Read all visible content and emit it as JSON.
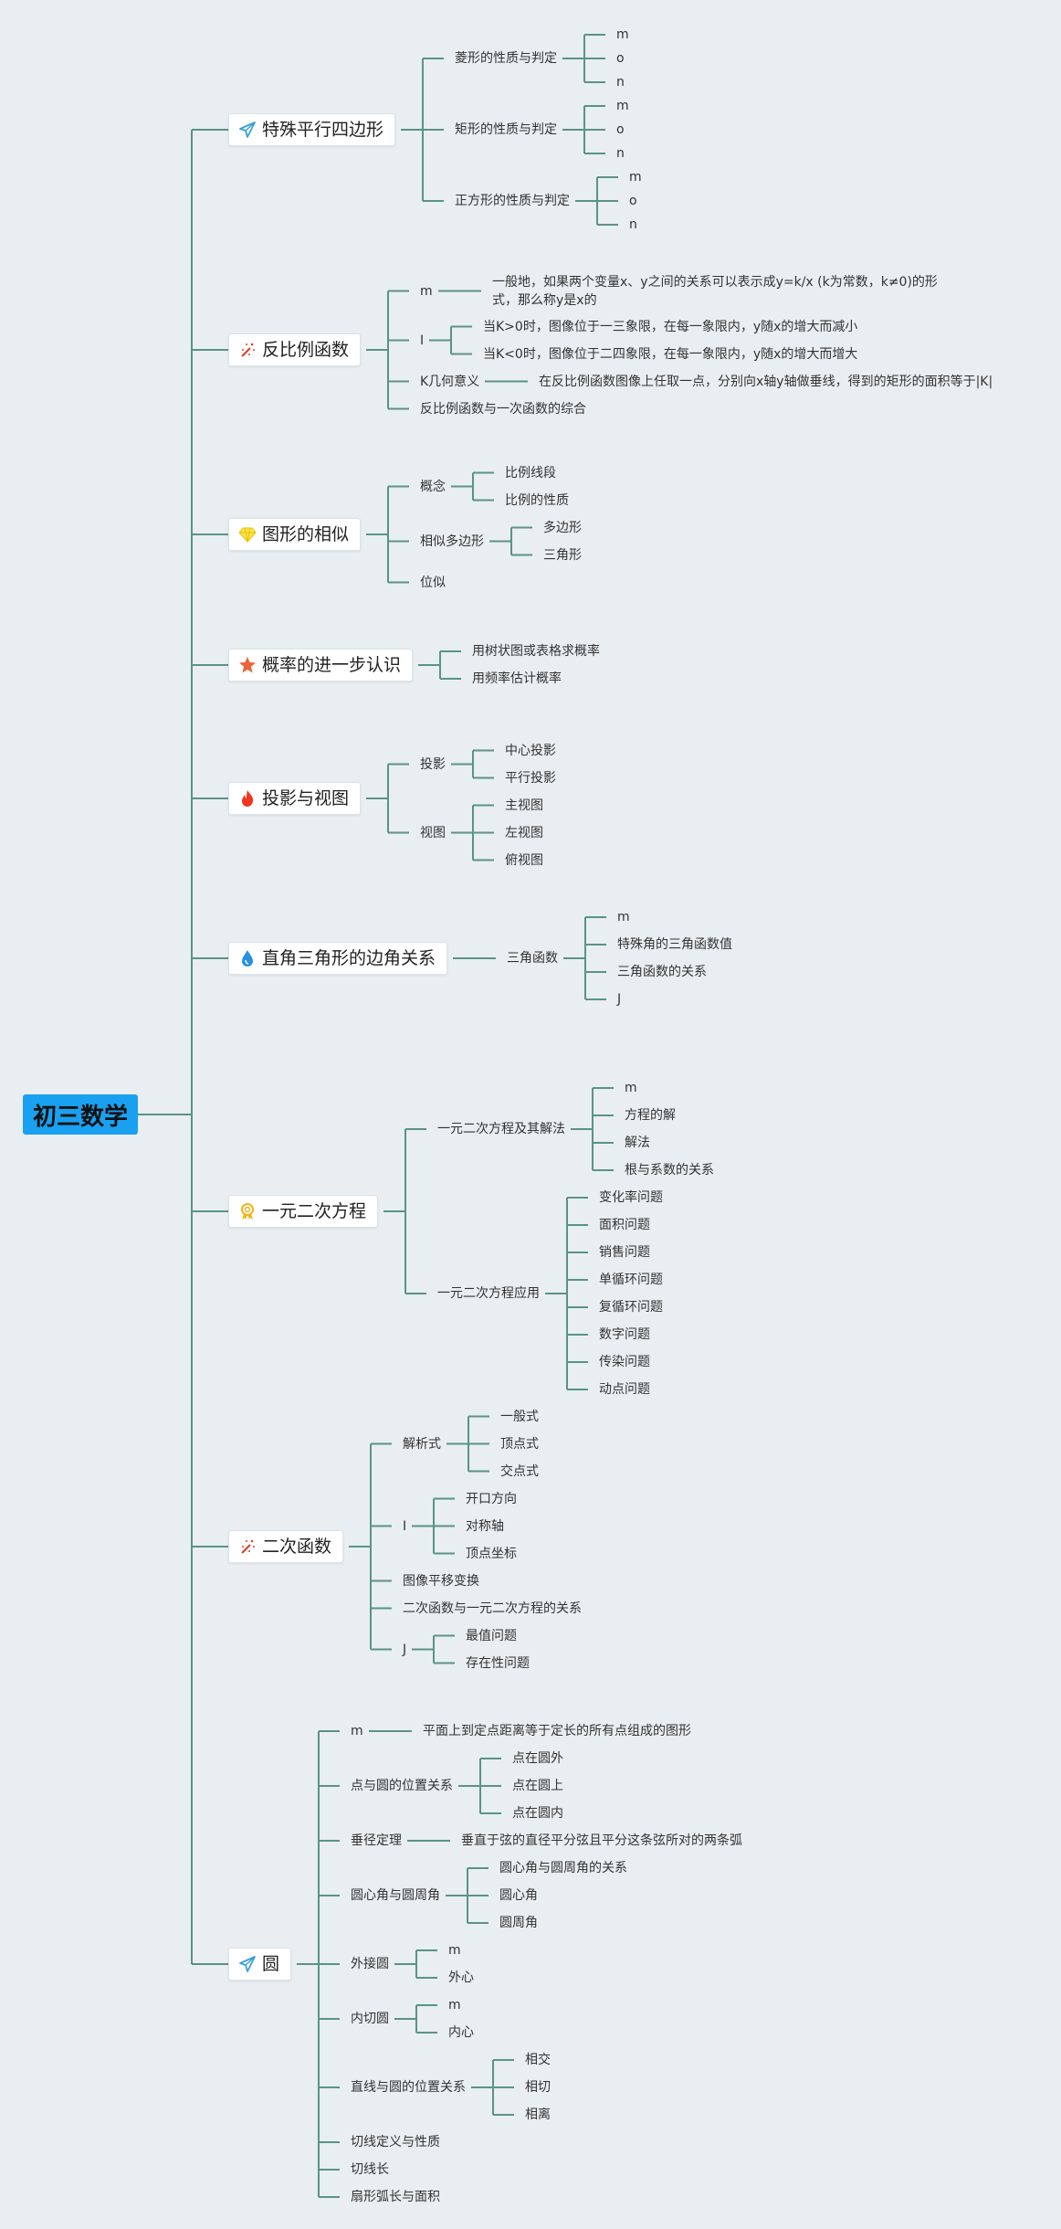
{
  "root": {
    "label": "初三数学"
  },
  "colors": {
    "line": "#5a9388",
    "root_bg": "#1aa0f0",
    "background": "#e8eef2"
  },
  "topics": [
    {
      "label": "特殊平行四边形",
      "icon": "paper-plane-icon",
      "children": [
        {
          "label": "菱形的性质与判定",
          "children": [
            {
              "label": "m"
            },
            {
              "label": "o"
            },
            {
              "label": "n"
            }
          ]
        },
        {
          "label": "矩形的性质与判定",
          "children": [
            {
              "label": "m"
            },
            {
              "label": "o"
            },
            {
              "label": "n"
            }
          ]
        },
        {
          "label": "正方形的性质与判定",
          "children": [
            {
              "label": "m"
            },
            {
              "label": "o"
            },
            {
              "label": "n"
            }
          ]
        }
      ]
    },
    {
      "label": "反比例函数",
      "icon": "magic-wand-icon",
      "children": [
        {
          "label": "m",
          "children": [
            {
              "label": "一般地，如果两个变量x、y之间的关系可以表示成y=k/x (k为常数，k≠0)的形式，那么称y是x的"
            }
          ]
        },
        {
          "label": "I",
          "children": [
            {
              "label": "当K>0时，图像位于一三象限，在每一象限内，y随x的增大而减小"
            },
            {
              "label": "当K<0时，图像位于二四象限，在每一象限内，y随x的增大而增大"
            }
          ]
        },
        {
          "label": "K几何意义",
          "children": [
            {
              "label": "在反比例函数图像上任取一点，分别向x轴y轴做垂线，得到的矩形的面积等于|K|"
            }
          ]
        },
        {
          "label": "反比例函数与一次函数的综合"
        }
      ]
    },
    {
      "label": "图形的相似",
      "icon": "diamond-icon",
      "children": [
        {
          "label": "概念",
          "children": [
            {
              "label": "比例线段"
            },
            {
              "label": "比例的性质"
            }
          ]
        },
        {
          "label": "相似多边形",
          "children": [
            {
              "label": "多边形"
            },
            {
              "label": "三角形"
            }
          ]
        },
        {
          "label": "位似"
        }
      ]
    },
    {
      "label": "概率的进一步认识",
      "icon": "star-icon",
      "children": [
        {
          "label": "用树状图或表格求概率"
        },
        {
          "label": "用频率估计概率"
        }
      ]
    },
    {
      "label": "投影与视图",
      "icon": "fire-icon",
      "children": [
        {
          "label": "投影",
          "children": [
            {
              "label": "中心投影"
            },
            {
              "label": "平行投影"
            }
          ]
        },
        {
          "label": "视图",
          "children": [
            {
              "label": "主视图"
            },
            {
              "label": "左视图"
            },
            {
              "label": "俯视图"
            }
          ]
        }
      ]
    },
    {
      "label": "直角三角形的边角关系",
      "icon": "water-drop-icon",
      "children": [
        {
          "label": "三角函数",
          "children": [
            {
              "label": "m"
            },
            {
              "label": "特殊角的三角函数值"
            },
            {
              "label": "三角函数的关系"
            },
            {
              "label": "J"
            }
          ]
        }
      ]
    },
    {
      "label": "一元二次方程",
      "icon": "award-medal-icon",
      "children": [
        {
          "label": "一元二次方程及其解法",
          "children": [
            {
              "label": "m"
            },
            {
              "label": "方程的解"
            },
            {
              "label": "解法"
            },
            {
              "label": "根与系数的关系"
            }
          ]
        },
        {
          "label": "一元二次方程应用",
          "children": [
            {
              "label": "变化率问题"
            },
            {
              "label": "面积问题"
            },
            {
              "label": "销售问题"
            },
            {
              "label": "单循环问题"
            },
            {
              "label": "复循环问题"
            },
            {
              "label": "数字问题"
            },
            {
              "label": "传染问题"
            },
            {
              "label": "动点问题"
            }
          ]
        }
      ]
    },
    {
      "label": "二次函数",
      "icon": "magic-wand-icon",
      "children": [
        {
          "label": "解析式",
          "children": [
            {
              "label": "一般式"
            },
            {
              "label": "顶点式"
            },
            {
              "label": "交点式"
            }
          ]
        },
        {
          "label": "I",
          "children": [
            {
              "label": "开口方向"
            },
            {
              "label": "对称轴"
            },
            {
              "label": "顶点坐标"
            }
          ]
        },
        {
          "label": "图像平移变换"
        },
        {
          "label": "二次函数与一元二次方程的关系"
        },
        {
          "label": "J",
          "children": [
            {
              "label": "最值问题"
            },
            {
              "label": "存在性问题"
            }
          ]
        }
      ]
    },
    {
      "label": "圆",
      "icon": "paper-plane-icon",
      "children": [
        {
          "label": "m",
          "children": [
            {
              "label": "平面上到定点距离等于定长的所有点组成的图形"
            }
          ]
        },
        {
          "label": "点与圆的位置关系",
          "children": [
            {
              "label": "点在圆外"
            },
            {
              "label": "点在圆上"
            },
            {
              "label": "点在圆内"
            }
          ]
        },
        {
          "label": "垂径定理",
          "children": [
            {
              "label": "垂直于弦的直径平分弦且平分这条弦所对的两条弧"
            }
          ]
        },
        {
          "label": "圆心角与圆周角",
          "children": [
            {
              "label": "圆心角与圆周角的关系"
            },
            {
              "label": "圆心角"
            },
            {
              "label": "圆周角"
            }
          ]
        },
        {
          "label": "外接圆",
          "children": [
            {
              "label": "m"
            },
            {
              "label": "外心"
            }
          ]
        },
        {
          "label": "内切圆",
          "children": [
            {
              "label": "m"
            },
            {
              "label": "内心"
            }
          ]
        },
        {
          "label": "直线与圆的位置关系",
          "children": [
            {
              "label": "相交"
            },
            {
              "label": "相切"
            },
            {
              "label": "相离"
            }
          ]
        },
        {
          "label": "切线定义与性质"
        },
        {
          "label": "切线长"
        },
        {
          "label": "扇形弧长与面积"
        }
      ]
    }
  ]
}
